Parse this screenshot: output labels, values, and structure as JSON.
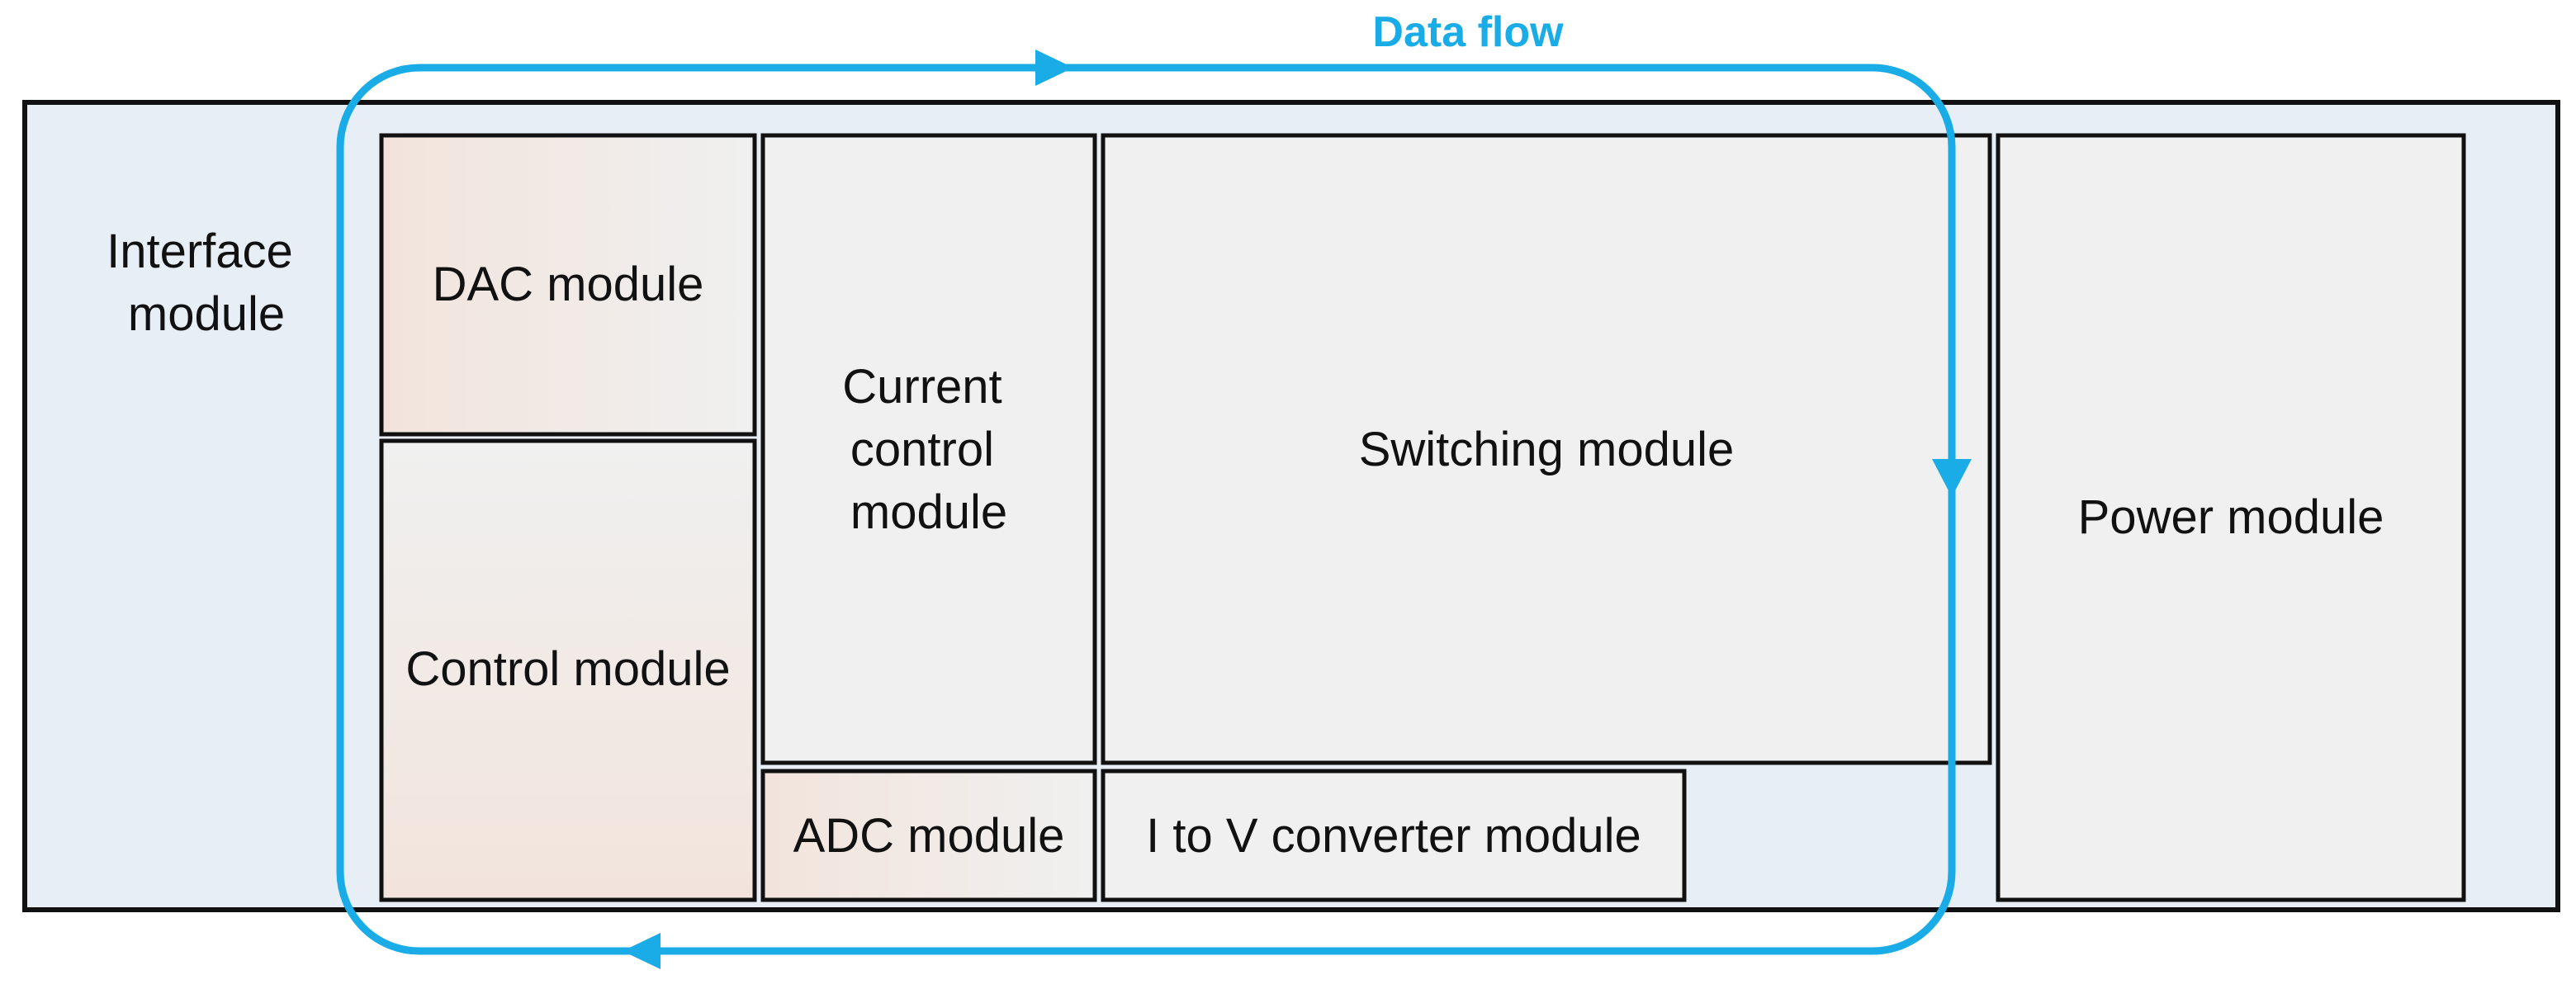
{
  "colors": {
    "flow": "#19ace6",
    "outer_fill": "#e7eef6",
    "warm_fill": "#f2e6df",
    "module_fill": "#f0f0f0",
    "stroke": "#111111"
  },
  "diagram": {
    "data_flow_label": "Data flow",
    "interface_module": {
      "line1": "Interface",
      "line2": "module"
    },
    "dac_module": "DAC module",
    "control_module": "Control module",
    "current_control_module": {
      "line1": "Current",
      "line2": "control",
      "line3": "module"
    },
    "switching_module": "Switching module",
    "power_module": "Power module",
    "adc_module": "ADC module",
    "i_to_v_converter_module": "I to V converter module"
  }
}
